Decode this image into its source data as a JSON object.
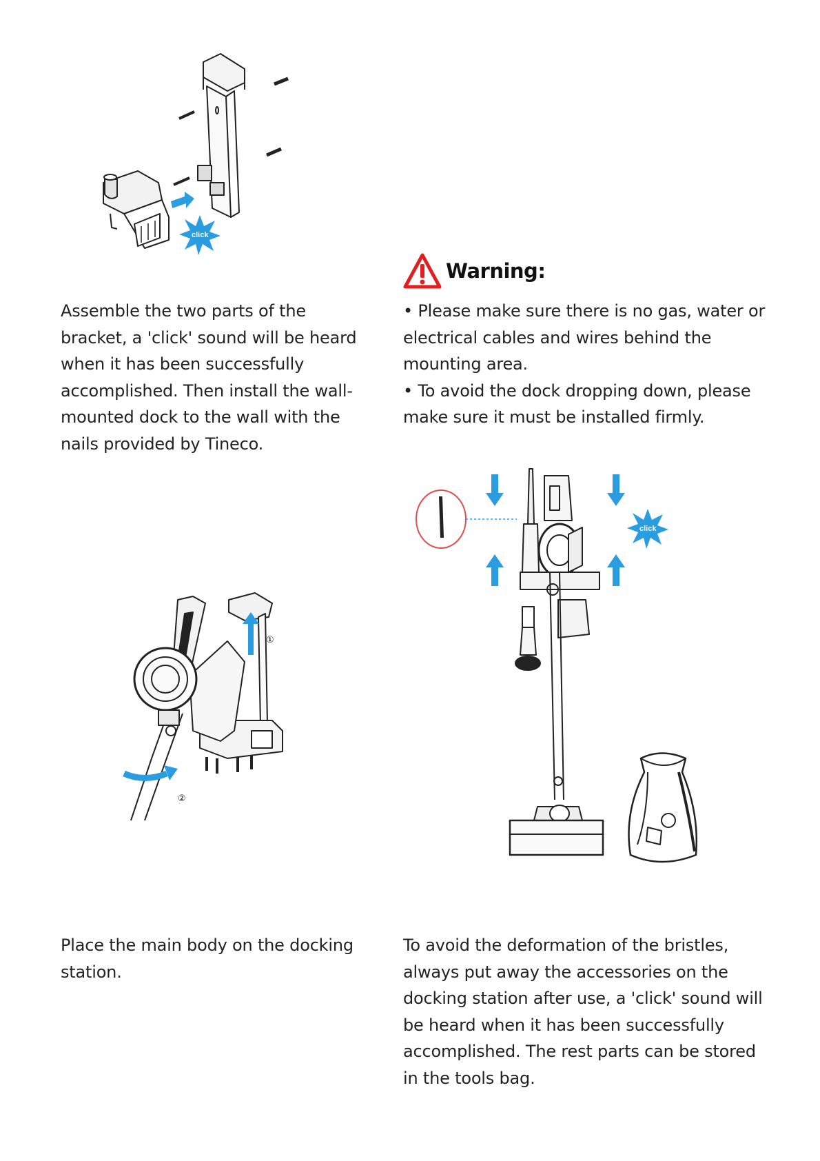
{
  "step1": {
    "text": "Assemble the two parts of the bracket, a 'click' sound will be heard when it has been successfully accomplished. Then install the wall-mounted dock to the wall with the nails provided by Tineco.",
    "click_label": "click"
  },
  "warning": {
    "icon": "warning-triangle-icon",
    "title": "Warning:",
    "items": [
      "• Please make sure there is no gas, water or electrical cables and wires behind the mounting area.",
      "• To avoid the dock dropping down, please make sure it must be installed firmly."
    ]
  },
  "step2": {
    "text": "Place the main body on the docking station.",
    "markers": [
      "①",
      "②"
    ]
  },
  "step3": {
    "text": "To avoid the deformation of the bristles, always put away the accessories on the docking station after use, a 'click' sound will be heard when it has been successfully accomplished. The rest parts can be stored in the tools bag.",
    "click_label": "click"
  },
  "colors": {
    "accent_blue": "#2a9de0",
    "warning_red": "#e02020",
    "line": "#222222",
    "circle_red": "#e05050"
  }
}
